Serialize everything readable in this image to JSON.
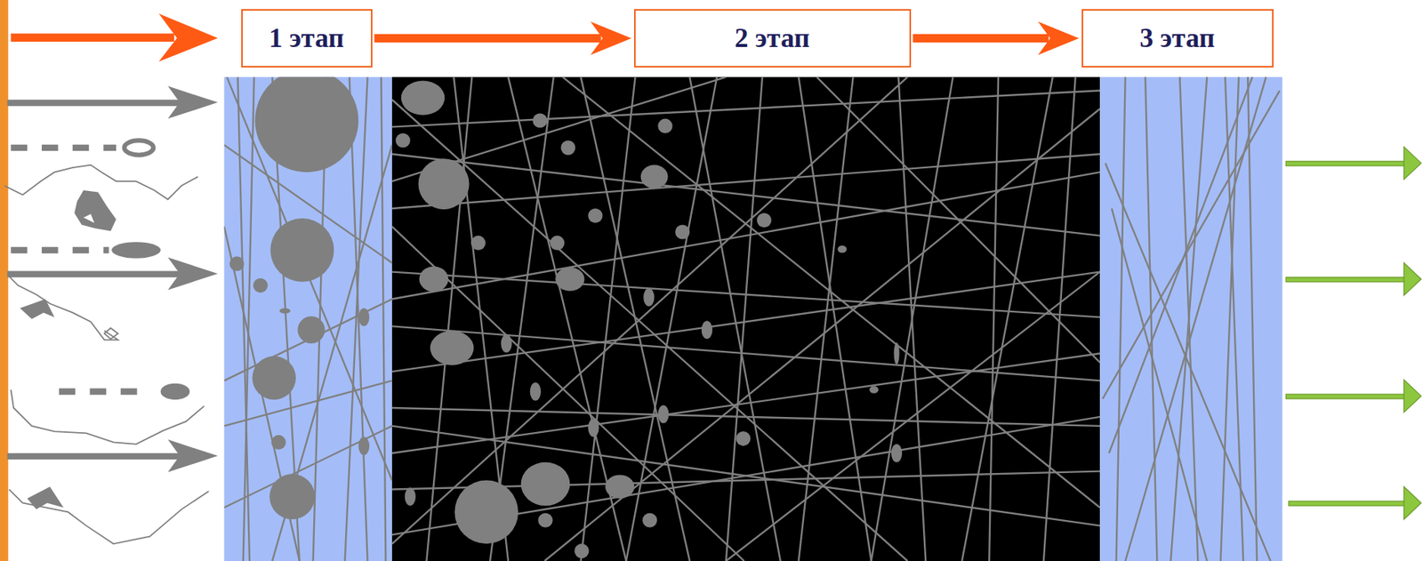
{
  "diagram": {
    "nodes": [
      {
        "text": [
          "1 этап"
        ]
      },
      {
        "text": [
          "2 этап"
        ]
      },
      {
        "text": [
          "3 этап"
        ]
      }
    ],
    "edges": [
      {
        "from": 0,
        "to": 1,
        "arrow": "to"
      },
      {
        "from": 1,
        "to": 2,
        "arrow": "to"
      }
    ]
  }
}
